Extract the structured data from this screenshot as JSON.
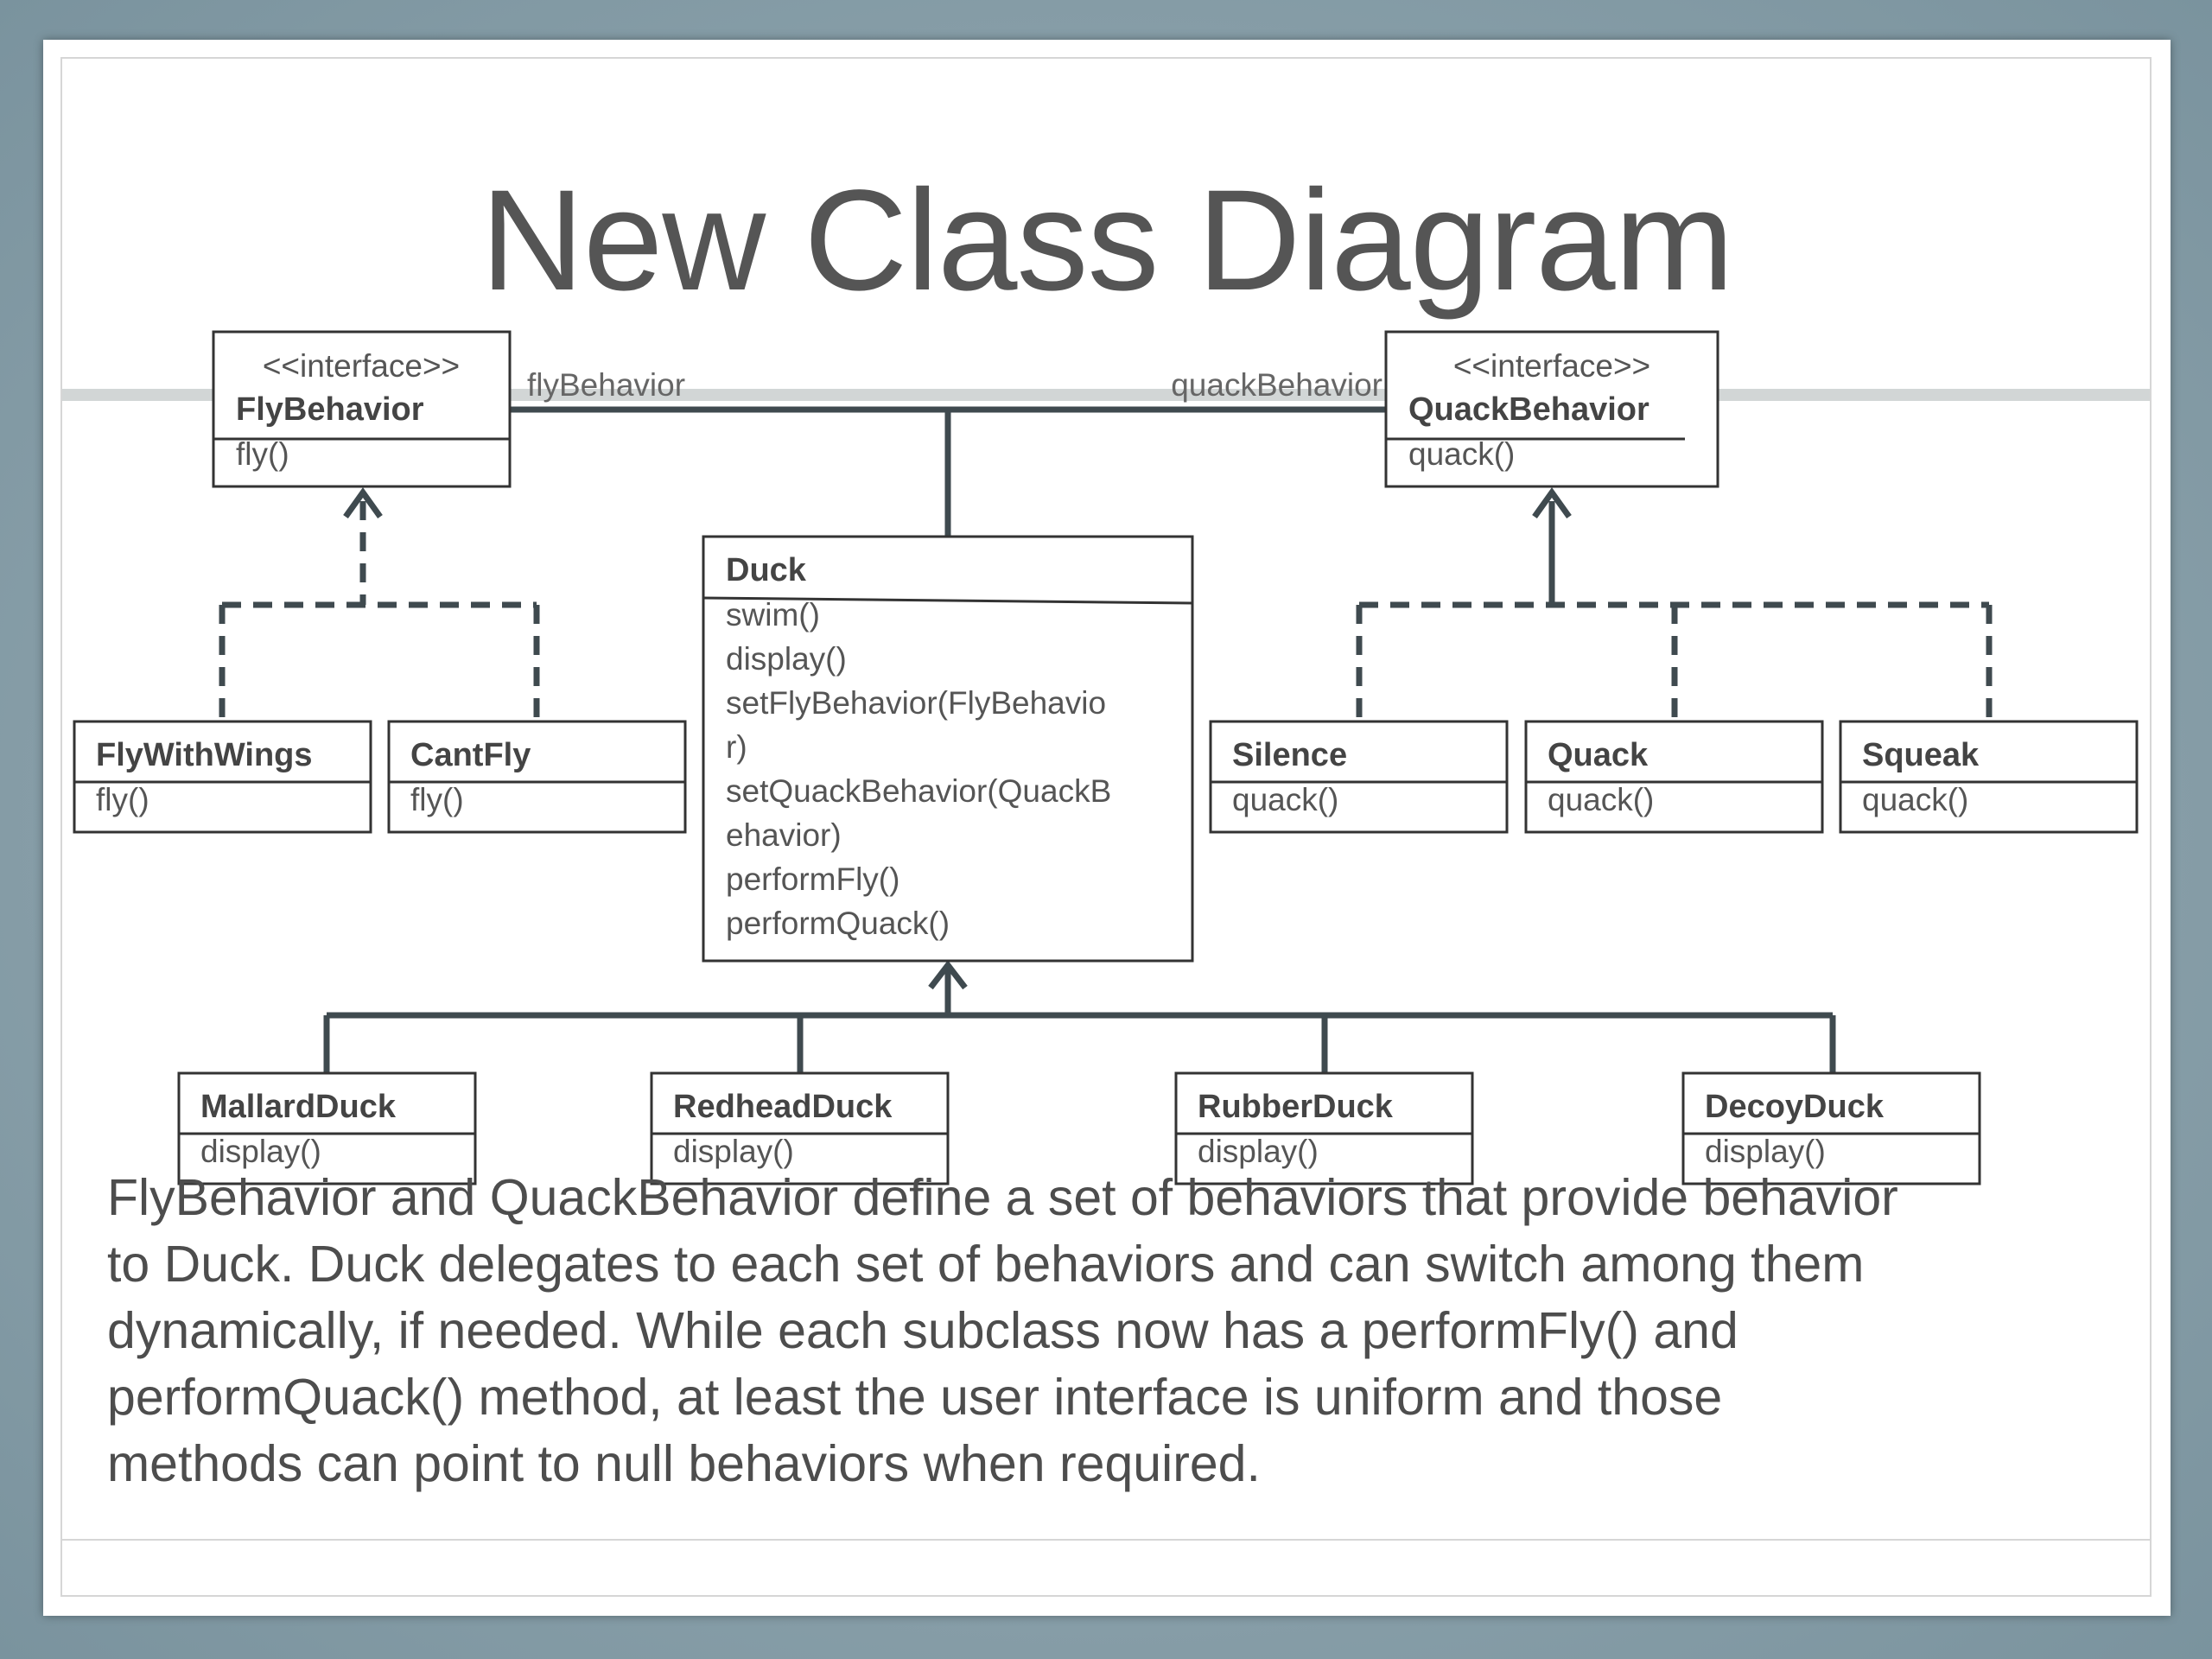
{
  "title": "New Class Diagram",
  "associations": {
    "fly_label": "flyBehavior",
    "quack_label": "quackBehavior"
  },
  "classes": {
    "fly_behavior": {
      "stereotype": "<<interface>>",
      "name": "FlyBehavior",
      "methods": [
        "fly()"
      ]
    },
    "quack_behavior": {
      "stereotype": "<<interface>>",
      "name": "QuackBehavior",
      "methods": [
        "quack()"
      ]
    },
    "duck": {
      "name": "Duck",
      "methods": [
        "swim()",
        "display()",
        "setFlyBehavior(FlyBehavio",
        "r)",
        "setQuackBehavior(QuackB",
        "ehavior)",
        "performFly()",
        "performQuack()"
      ]
    },
    "fly_with_wings": {
      "name": "FlyWithWings",
      "methods": [
        "fly()"
      ]
    },
    "cant_fly": {
      "name": "CantFly",
      "methods": [
        "fly()"
      ]
    },
    "silence": {
      "name": "Silence",
      "methods": [
        "quack()"
      ]
    },
    "quack": {
      "name": "Quack",
      "methods": [
        "quack()"
      ]
    },
    "squeak": {
      "name": "Squeak",
      "methods": [
        "quack()"
      ]
    },
    "mallard_duck": {
      "name": "MallardDuck",
      "methods": [
        "display()"
      ]
    },
    "redhead_duck": {
      "name": "RedheadDuck",
      "methods": [
        "display()"
      ]
    },
    "rubber_duck": {
      "name": "RubberDuck",
      "methods": [
        "display()"
      ]
    },
    "decoy_duck": {
      "name": "DecoyDuck",
      "methods": [
        "display()"
      ]
    }
  },
  "description": {
    "lines": [
      "FlyBehavior and QuackBehavior define a set of behaviors that provide behavior",
      "to Duck. Duck delegates to each set of behaviors and can switch among them",
      "dynamically, if needed. While each subclass now has a performFly() and",
      "performQuack() method, at least the user interface is uniform and those",
      "methods can point to null behaviors when required."
    ]
  },
  "colors": {
    "line": "#3f4a4f",
    "box_border": "#333333",
    "background": "#7f98a3"
  }
}
